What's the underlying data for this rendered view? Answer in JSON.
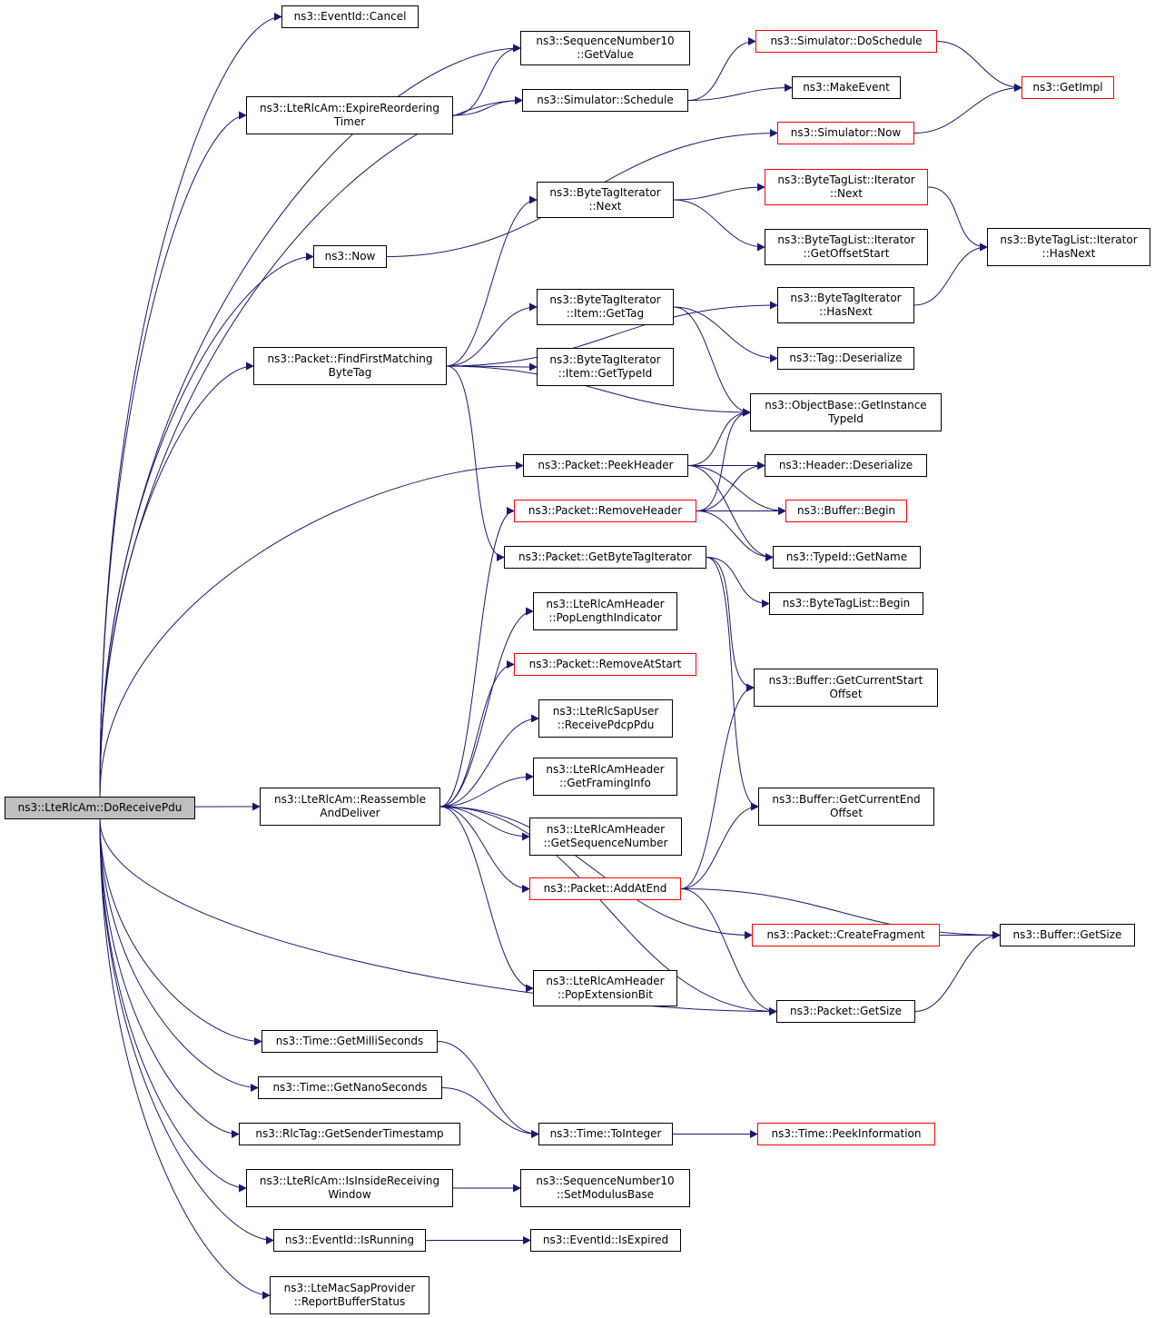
{
  "colors": {
    "edge": "#191970",
    "node_border": "#000000",
    "truncated_border": "#ff0000",
    "root_fill": "#bfbfbf"
  },
  "nodes": {
    "do_receive_pdu": {
      "lines": [
        "ns3::LteRlcAm::DoReceivePdu"
      ],
      "style": "root"
    },
    "eventid_cancel": {
      "lines": [
        "ns3::EventId::Cancel"
      ],
      "style": "normal"
    },
    "seqnum_getvalue": {
      "lines": [
        "ns3::SequenceNumber10",
        "::GetValue"
      ],
      "style": "normal"
    },
    "expire_reordering_timer": {
      "lines": [
        "ns3::LteRlcAm::ExpireReordering",
        "Timer"
      ],
      "style": "normal"
    },
    "simulator_doschedule": {
      "lines": [
        "ns3::Simulator::DoSchedule"
      ],
      "style": "red"
    },
    "getimpl": {
      "lines": [
        "ns3::GetImpl"
      ],
      "style": "red"
    },
    "simulator_schedule": {
      "lines": [
        "ns3::Simulator::Schedule"
      ],
      "style": "normal"
    },
    "makeevent": {
      "lines": [
        "ns3::MakeEvent"
      ],
      "style": "normal"
    },
    "simulator_now": {
      "lines": [
        "ns3::Simulator::Now"
      ],
      "style": "red"
    },
    "now": {
      "lines": [
        "ns3::Now"
      ],
      "style": "normal"
    },
    "bti_next": {
      "lines": [
        "ns3::ByteTagIterator",
        "::Next"
      ],
      "style": "normal"
    },
    "btl_it_next": {
      "lines": [
        "ns3::ByteTagList::Iterator",
        "::Next"
      ],
      "style": "red"
    },
    "btl_it_getoffsetstart": {
      "lines": [
        "ns3::ByteTagList::Iterator",
        "::GetOffsetStart"
      ],
      "style": "normal"
    },
    "btl_it_hasnext": {
      "lines": [
        "ns3::ByteTagList::Iterator",
        "::HasNext"
      ],
      "style": "normal"
    },
    "bti_hasnext": {
      "lines": [
        "ns3::ByteTagIterator",
        "::HasNext"
      ],
      "style": "normal"
    },
    "bti_item_gettag": {
      "lines": [
        "ns3::ByteTagIterator",
        "::Item::GetTag"
      ],
      "style": "normal"
    },
    "find_first_matching": {
      "lines": [
        "ns3::Packet::FindFirstMatching",
        "ByteTag"
      ],
      "style": "normal"
    },
    "bti_item_gettypeid": {
      "lines": [
        "ns3::ByteTagIterator",
        "::Item::GetTypeId"
      ],
      "style": "normal"
    },
    "tag_deserialize": {
      "lines": [
        "ns3::Tag::Deserialize"
      ],
      "style": "normal"
    },
    "objectbase_getinstancetypeid": {
      "lines": [
        "ns3::ObjectBase::GetInstance",
        "TypeId"
      ],
      "style": "normal"
    },
    "packet_peekheader": {
      "lines": [
        "ns3::Packet::PeekHeader"
      ],
      "style": "normal"
    },
    "header_deserialize": {
      "lines": [
        "ns3::Header::Deserialize"
      ],
      "style": "normal"
    },
    "packet_removeheader": {
      "lines": [
        "ns3::Packet::RemoveHeader"
      ],
      "style": "red"
    },
    "buffer_begin": {
      "lines": [
        "ns3::Buffer::Begin"
      ],
      "style": "red"
    },
    "packet_getbytetagiterator": {
      "lines": [
        "ns3::Packet::GetByteTagIterator"
      ],
      "style": "normal"
    },
    "typeid_getname": {
      "lines": [
        "ns3::TypeId::GetName"
      ],
      "style": "normal"
    },
    "bytetaglist_begin": {
      "lines": [
        "ns3::ByteTagList::Begin"
      ],
      "style": "normal"
    },
    "hdr_poplengthindicator": {
      "lines": [
        "ns3::LteRlcAmHeader",
        "::PopLengthIndicator"
      ],
      "style": "normal"
    },
    "packet_removeatstart": {
      "lines": [
        "ns3::Packet::RemoveAtStart"
      ],
      "style": "red"
    },
    "buffer_getcurrentstartoffset": {
      "lines": [
        "ns3::Buffer::GetCurrentStart",
        "Offset"
      ],
      "style": "normal"
    },
    "rlcsapuser_receivepdcppdu": {
      "lines": [
        "ns3::LteRlcSapUser",
        "::ReceivePdcpPdu"
      ],
      "style": "normal"
    },
    "hdr_getframinginfo": {
      "lines": [
        "ns3::LteRlcAmHeader",
        "::GetFramingInfo"
      ],
      "style": "normal"
    },
    "reassemble_and_deliver": {
      "lines": [
        "ns3::LteRlcAm::Reassemble",
        "AndDeliver"
      ],
      "style": "normal"
    },
    "buffer_getcurrentendoffset": {
      "lines": [
        "ns3::Buffer::GetCurrentEnd",
        "Offset"
      ],
      "style": "normal"
    },
    "hdr_getsequencenumber": {
      "lines": [
        "ns3::LteRlcAmHeader",
        "::GetSequenceNumber"
      ],
      "style": "normal"
    },
    "packet_addatend": {
      "lines": [
        "ns3::Packet::AddAtEnd"
      ],
      "style": "red"
    },
    "packet_createfragment": {
      "lines": [
        "ns3::Packet::CreateFragment"
      ],
      "style": "red"
    },
    "buffer_getsize": {
      "lines": [
        "ns3::Buffer::GetSize"
      ],
      "style": "normal"
    },
    "hdr_popextensionbit": {
      "lines": [
        "ns3::LteRlcAmHeader",
        "::PopExtensionBit"
      ],
      "style": "normal"
    },
    "packet_getsize": {
      "lines": [
        "ns3::Packet::GetSize"
      ],
      "style": "normal"
    },
    "time_getmilliseconds": {
      "lines": [
        "ns3::Time::GetMilliSeconds"
      ],
      "style": "normal"
    },
    "time_getnanoseconds": {
      "lines": [
        "ns3::Time::GetNanoSeconds"
      ],
      "style": "normal"
    },
    "rlctag_getsendertimestamp": {
      "lines": [
        "ns3::RlcTag::GetSenderTimestamp"
      ],
      "style": "normal"
    },
    "time_tointeger": {
      "lines": [
        "ns3::Time::ToInteger"
      ],
      "style": "normal"
    },
    "time_peekinformation": {
      "lines": [
        "ns3::Time::PeekInformation"
      ],
      "style": "red"
    },
    "is_inside_receiving_window": {
      "lines": [
        "ns3::LteRlcAm::IsInsideReceiving",
        "Window"
      ],
      "style": "normal"
    },
    "seqnum_setmodulusbase": {
      "lines": [
        "ns3::SequenceNumber10",
        "::SetModulusBase"
      ],
      "style": "normal"
    },
    "eventid_isrunning": {
      "lines": [
        "ns3::EventId::IsRunning"
      ],
      "style": "normal"
    },
    "eventid_isexpired": {
      "lines": [
        "ns3::EventId::IsExpired"
      ],
      "style": "normal"
    },
    "macsapprovider_reportbufferstatus": {
      "lines": [
        "ns3::LteMacSapProvider",
        "::ReportBufferStatus"
      ],
      "style": "normal"
    }
  },
  "edges": [
    [
      "do_receive_pdu",
      "eventid_cancel"
    ],
    [
      "do_receive_pdu",
      "seqnum_getvalue"
    ],
    [
      "do_receive_pdu",
      "expire_reordering_timer"
    ],
    [
      "do_receive_pdu",
      "simulator_schedule"
    ],
    [
      "do_receive_pdu",
      "now"
    ],
    [
      "do_receive_pdu",
      "find_first_matching"
    ],
    [
      "do_receive_pdu",
      "packet_peekheader"
    ],
    [
      "do_receive_pdu",
      "reassemble_and_deliver"
    ],
    [
      "do_receive_pdu",
      "packet_getsize"
    ],
    [
      "do_receive_pdu",
      "time_getmilliseconds"
    ],
    [
      "do_receive_pdu",
      "time_getnanoseconds"
    ],
    [
      "do_receive_pdu",
      "rlctag_getsendertimestamp"
    ],
    [
      "do_receive_pdu",
      "is_inside_receiving_window"
    ],
    [
      "do_receive_pdu",
      "eventid_isrunning"
    ],
    [
      "do_receive_pdu",
      "macsapprovider_reportbufferstatus"
    ],
    [
      "expire_reordering_timer",
      "seqnum_getvalue"
    ],
    [
      "expire_reordering_timer",
      "simulator_schedule"
    ],
    [
      "simulator_schedule",
      "simulator_doschedule"
    ],
    [
      "simulator_schedule",
      "makeevent"
    ],
    [
      "simulator_doschedule",
      "getimpl"
    ],
    [
      "simulator_now",
      "getimpl"
    ],
    [
      "now",
      "simulator_now"
    ],
    [
      "find_first_matching",
      "bti_next"
    ],
    [
      "find_first_matching",
      "bti_hasnext"
    ],
    [
      "find_first_matching",
      "bti_item_gettag"
    ],
    [
      "find_first_matching",
      "bti_item_gettypeid"
    ],
    [
      "find_first_matching",
      "objectbase_getinstancetypeid"
    ],
    [
      "find_first_matching",
      "packet_getbytetagiterator"
    ],
    [
      "bti_next",
      "btl_it_next"
    ],
    [
      "bti_next",
      "btl_it_getoffsetstart"
    ],
    [
      "btl_it_next",
      "btl_it_hasnext"
    ],
    [
      "bti_hasnext",
      "btl_it_hasnext"
    ],
    [
      "bti_item_gettag",
      "tag_deserialize"
    ],
    [
      "bti_item_gettag",
      "objectbase_getinstancetypeid"
    ],
    [
      "packet_peekheader",
      "objectbase_getinstancetypeid"
    ],
    [
      "packet_peekheader",
      "header_deserialize"
    ],
    [
      "packet_peekheader",
      "buffer_begin"
    ],
    [
      "packet_peekheader",
      "typeid_getname"
    ],
    [
      "packet_removeheader",
      "objectbase_getinstancetypeid"
    ],
    [
      "packet_removeheader",
      "header_deserialize"
    ],
    [
      "packet_removeheader",
      "buffer_begin"
    ],
    [
      "packet_removeheader",
      "typeid_getname"
    ],
    [
      "packet_getbytetagiterator",
      "bytetaglist_begin"
    ],
    [
      "packet_getbytetagiterator",
      "buffer_getcurrentstartoffset"
    ],
    [
      "packet_getbytetagiterator",
      "buffer_getcurrentendoffset"
    ],
    [
      "reassemble_and_deliver",
      "packet_removeheader"
    ],
    [
      "reassemble_and_deliver",
      "hdr_poplengthindicator"
    ],
    [
      "reassemble_and_deliver",
      "packet_removeatstart"
    ],
    [
      "reassemble_and_deliver",
      "rlcsapuser_receivepdcppdu"
    ],
    [
      "reassemble_and_deliver",
      "hdr_getframinginfo"
    ],
    [
      "reassemble_and_deliver",
      "hdr_getsequencenumber"
    ],
    [
      "reassemble_and_deliver",
      "packet_addatend"
    ],
    [
      "reassemble_and_deliver",
      "packet_createfragment"
    ],
    [
      "reassemble_and_deliver",
      "hdr_popextensionbit"
    ],
    [
      "reassemble_and_deliver",
      "packet_getsize"
    ],
    [
      "packet_addatend",
      "buffer_getcurrentstartoffset"
    ],
    [
      "packet_addatend",
      "buffer_getcurrentendoffset"
    ],
    [
      "packet_addatend",
      "buffer_getsize"
    ],
    [
      "packet_addatend",
      "packet_getsize"
    ],
    [
      "packet_createfragment",
      "buffer_getsize"
    ],
    [
      "packet_getsize",
      "buffer_getsize"
    ],
    [
      "time_getmilliseconds",
      "time_tointeger"
    ],
    [
      "time_getnanoseconds",
      "time_tointeger"
    ],
    [
      "time_tointeger",
      "time_peekinformation"
    ],
    [
      "is_inside_receiving_window",
      "seqnum_setmodulusbase"
    ],
    [
      "eventid_isrunning",
      "eventid_isexpired"
    ]
  ]
}
